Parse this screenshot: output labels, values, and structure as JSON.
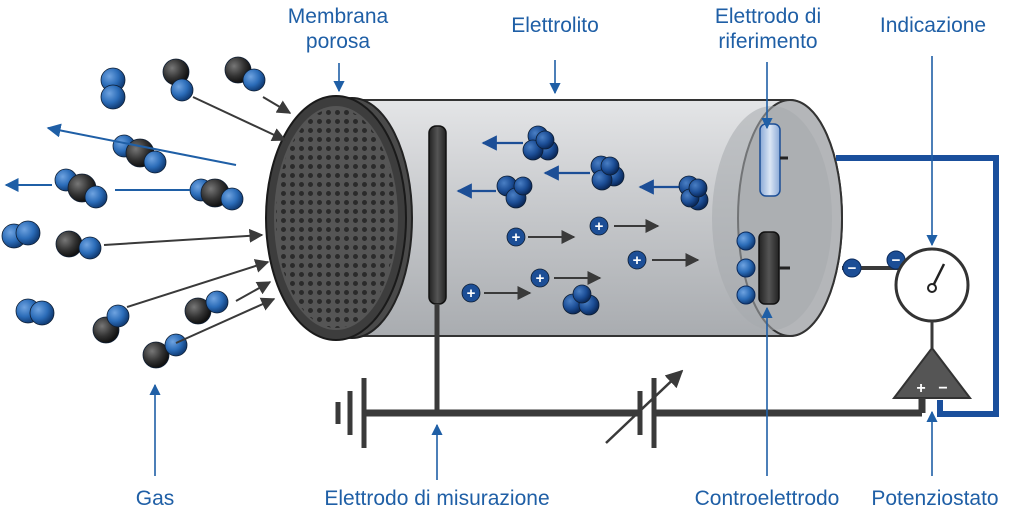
{
  "labels": {
    "membrane": [
      "Membrana",
      "porosa"
    ],
    "electrolyte": "Elettrolito",
    "reference": [
      "Elettrodo di",
      "riferimento"
    ],
    "indication": "Indicazione",
    "gas": "Gas",
    "measuring": "Elettrodo di misurazione",
    "counter": "Controelettrodo",
    "potentiostat": "Potenziostato"
  },
  "symbols": {
    "cation": "+",
    "anion": "−",
    "amp_plus": "+",
    "amp_minus": "−"
  },
  "colors": {
    "label_blue": "#1f5fa6",
    "molecule_blue": "#2b6cb8",
    "molecule_dark": "#333333",
    "wire_blue": "#1a4f9c",
    "wire_dark": "#3a3a3a",
    "cylinder_fill": "#c9cbce",
    "membrane_dark": "#474747"
  },
  "icons": [
    "gas-molecule-icon",
    "ion-plus-icon",
    "ion-minus-icon",
    "gauge-icon",
    "amplifier-icon",
    "battery-icon",
    "variable-resistor-icon"
  ]
}
